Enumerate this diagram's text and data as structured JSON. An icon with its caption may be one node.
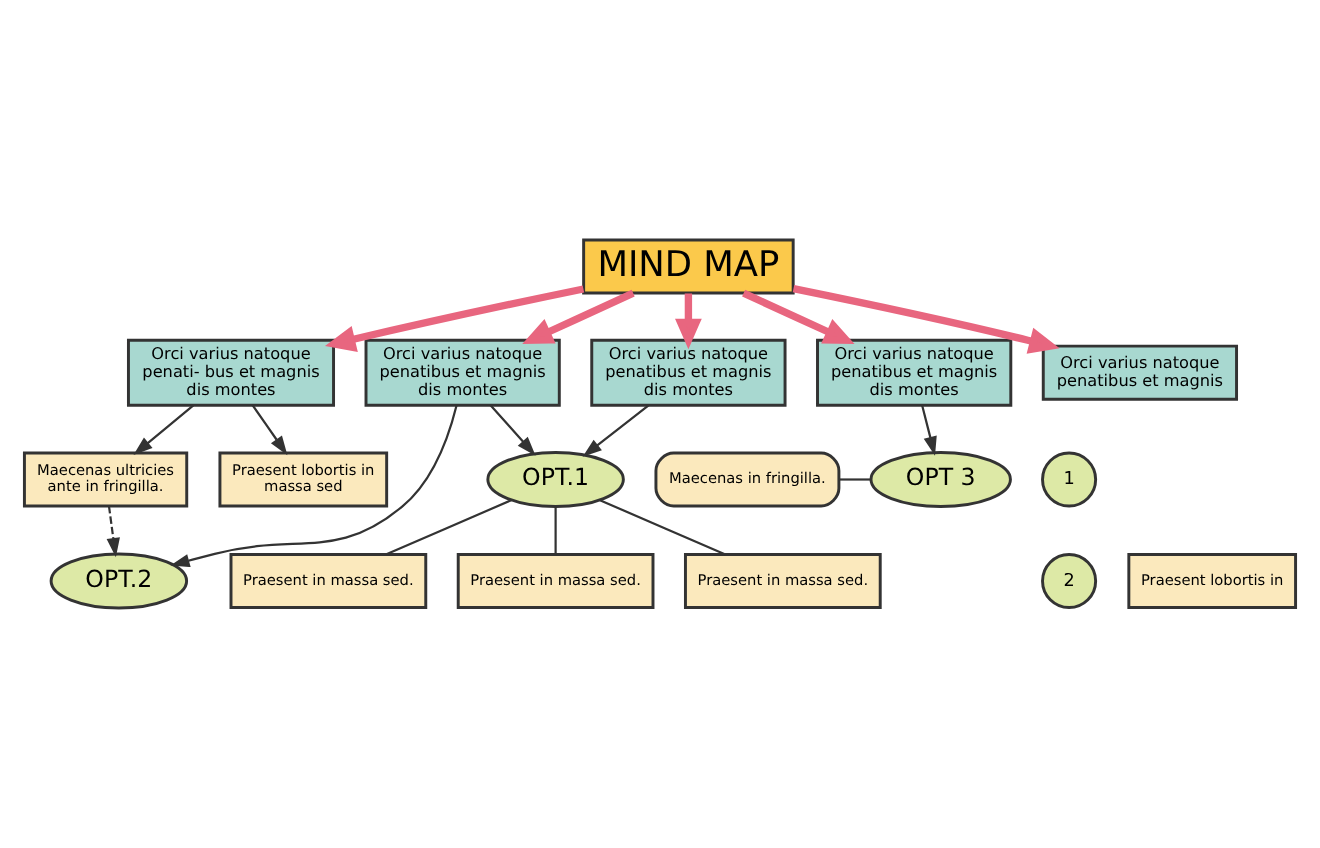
{
  "diagram": {
    "nodes": [
      {
        "text": [
          "MIND MAP"
        ]
      },
      {
        "text": [
          "Orci varius natoque penatibus et magnis dis montes"
        ]
      },
      {
        "text": [
          "OPT.2"
        ]
      },
      {
        "text": [
          "OPT.1"
        ]
      },
      {
        "text": [
          "Praesent in massa sed."
        ]
      },
      {
        "text": [
          "Praesent in massa sed."
        ]
      },
      {
        "text": [
          "Praesent in massa sed."
        ]
      },
      {
        "text": [
          "Orci varius natoque penatibus et magnis dis montes"
        ]
      },
      {
        "text": [
          "Orci varius natoque penati- bus et magnis dis montes"
        ]
      },
      {
        "text": [
          "Maecenas ultricies ante in fringilla."
        ]
      },
      {
        "text": [
          "Orci varius natoque penatibus et magnis dis montes"
        ]
      },
      {
        "text": [
          "OPT 3"
        ]
      },
      {
        "text": [
          "Maecenas in fringilla."
        ]
      },
      {
        "text": [
          "1"
        ]
      },
      {
        "text": [
          "Praesent lobortis in massa sed"
        ]
      },
      {
        "text": [
          "2"
        ]
      },
      {
        "text": [
          "Praesent lobortis in"
        ]
      },
      {
        "text": [
          "Orci varius natoque penatibus et magnis"
        ]
      }
    ],
    "edges": [
      {
        "from": 0,
        "to": 1,
        "arrow": "to",
        "style": "thick",
        "color": "#e8667f"
      },
      {
        "from": 1,
        "to": 2,
        "arrow": "to"
      },
      {
        "from": 1,
        "to": 3,
        "arrow": "to"
      },
      {
        "from": 3,
        "to": 4,
        "arrow": "none"
      },
      {
        "from": 3,
        "to": 5,
        "arrow": "none"
      },
      {
        "from": 3,
        "to": 6,
        "arrow": "none"
      },
      {
        "from": 7,
        "to": 3,
        "arrow": "to"
      },
      {
        "from": 0,
        "to": 7,
        "arrow": "to",
        "style": "thick",
        "color": "#e8667f"
      },
      {
        "from": 0,
        "to": 10,
        "arrow": "to",
        "style": "thick",
        "color": "#e8667f"
      },
      {
        "from": 0,
        "to": 8,
        "arrow": "to",
        "style": "thick",
        "color": "#e8667f"
      },
      {
        "from": 8,
        "to": 9,
        "arrow": "to"
      },
      {
        "from": 9,
        "to": 2,
        "arrow": "to",
        "style": "dashed"
      },
      {
        "from": 8,
        "to": 14,
        "arrow": "to"
      },
      {
        "from": 10,
        "to": 11,
        "arrow": "to"
      },
      {
        "from": 12,
        "to": 11,
        "arrow": "none"
      },
      {
        "from": 0,
        "to": 17,
        "arrow": "to",
        "style": "thick",
        "color": "#e8667f"
      }
    ]
  }
}
